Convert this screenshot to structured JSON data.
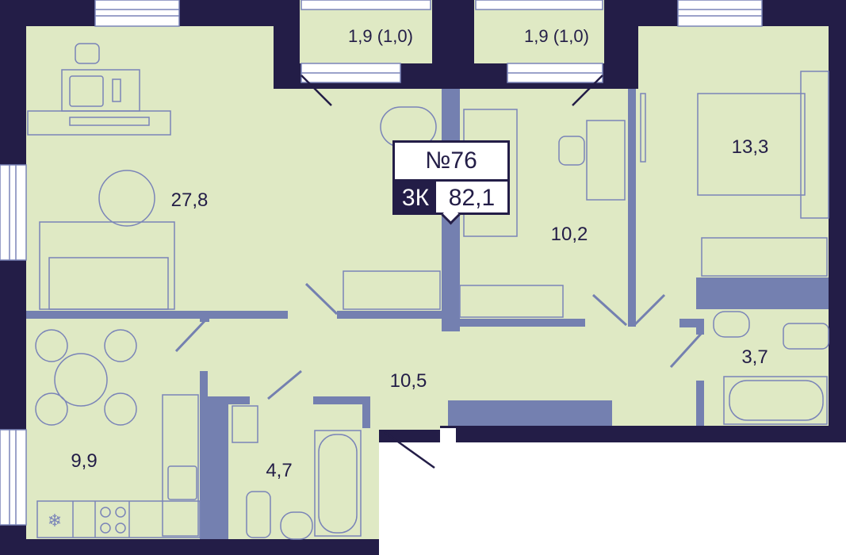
{
  "apartment": {
    "number": "№76",
    "rooms": "3К",
    "total_area": "82,1"
  },
  "rooms": [
    {
      "name": "living-room",
      "area": "27,8"
    },
    {
      "name": "bedroom-middle",
      "area": "10,2"
    },
    {
      "name": "bedroom-right",
      "area": "13,3"
    },
    {
      "name": "hallway",
      "area": "10,5"
    },
    {
      "name": "kitchen",
      "area": "9,9"
    },
    {
      "name": "bathroom-left",
      "area": "4,7"
    },
    {
      "name": "bathroom-right",
      "area": "3,7"
    }
  ],
  "balconies": [
    {
      "name": "balcony-left",
      "area": "1,9 (1,0)"
    },
    {
      "name": "balcony-right",
      "area": "1,9 (1,0)"
    }
  ],
  "colors": {
    "wall": "#231d47",
    "floor": "#dfe9c4",
    "partition": "#7480b0",
    "furniture": "#7a84b8"
  }
}
